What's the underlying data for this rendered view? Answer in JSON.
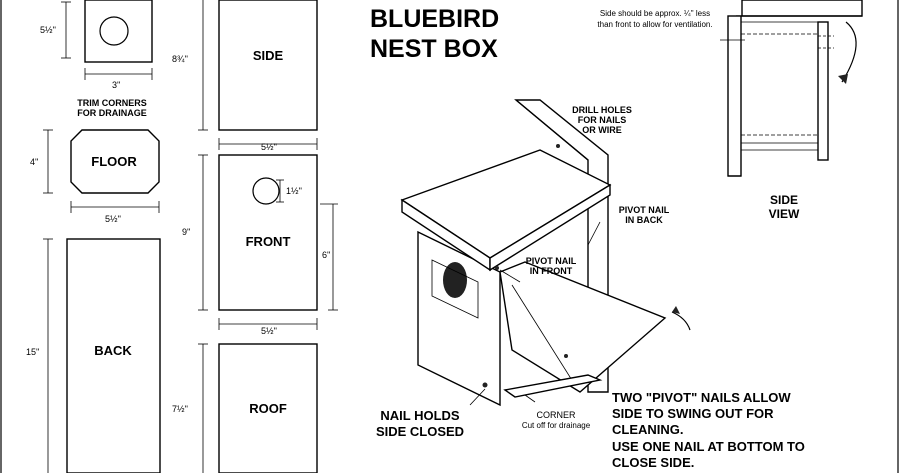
{
  "title": {
    "line1": "BLUEBIRD",
    "line2": "NEST BOX"
  },
  "ventilation_note": {
    "line1": "Side should be approx. ¼'' less",
    "line2": "than front to allow for ventilation."
  },
  "pieces": {
    "side": {
      "label": "SIDE",
      "height_dim": "8¾''",
      "width_dim": "5½''"
    },
    "top_square": {
      "height_dim": "5½''",
      "width_dim": "3''"
    },
    "floor": {
      "label": "FLOOR",
      "note_line1": "TRIM CORNERS",
      "note_line2": "FOR DRAINAGE",
      "height_dim": "4''",
      "width_dim": "5½''"
    },
    "front": {
      "label": "FRONT",
      "height_dim": "9''",
      "hole_dim": "1½''",
      "hole_offset_dim": "6''",
      "width_dim": "5½''"
    },
    "back": {
      "label": "BACK",
      "height_dim": "15''"
    },
    "roof": {
      "label": "ROOF",
      "height_dim": "7½''"
    }
  },
  "callouts": {
    "drill_holes": [
      "DRILL HOLES",
      "FOR NAILS",
      "OR WIRE"
    ],
    "pivot_back": [
      "PIVOT NAIL",
      "IN BACK"
    ],
    "pivot_front": [
      "PIVOT NAIL",
      "IN FRONT"
    ],
    "nail_holds": [
      "NAIL HOLDS",
      "SIDE CLOSED"
    ],
    "corner": [
      "CORNER",
      "Cut off for drainage"
    ],
    "side_view": [
      "SIDE",
      "VIEW"
    ]
  },
  "instructions": [
    "TWO \"PIVOT\" NAILS ALLOW",
    "SIDE TO SWING OUT FOR",
    "CLEANING.",
    "USE ONE NAIL AT BOTTOM TO",
    "CLOSE SIDE."
  ]
}
